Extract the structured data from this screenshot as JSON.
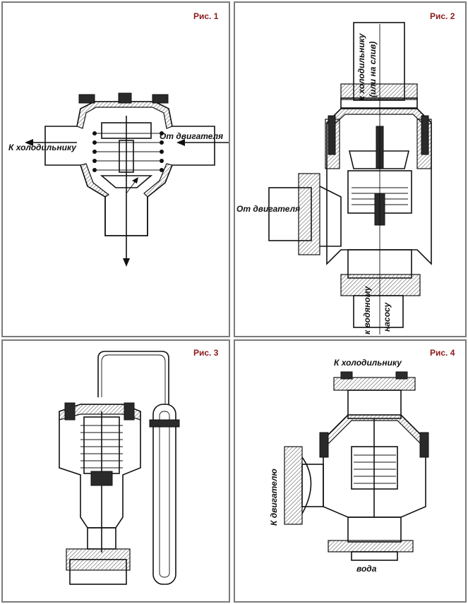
{
  "figures": [
    {
      "id": "fig1",
      "title": "Рис. 1",
      "labels": {
        "outlet": "К холодильнику",
        "inlet": "От двигателя"
      }
    },
    {
      "id": "fig2",
      "title": "Рис. 2",
      "labels": {
        "top_line1": "к холодильнику",
        "top_line2": "(или на слив)",
        "inlet": "От двигателя",
        "bottom_line1": "к водяному",
        "bottom_line2": "насосу"
      }
    },
    {
      "id": "fig3",
      "title": "Рис. 3",
      "labels": {}
    },
    {
      "id": "fig4",
      "title": "Рис. 4",
      "labels": {
        "top": "К холодильнику",
        "left": "К двигателю",
        "bottom": "вода"
      }
    }
  ]
}
